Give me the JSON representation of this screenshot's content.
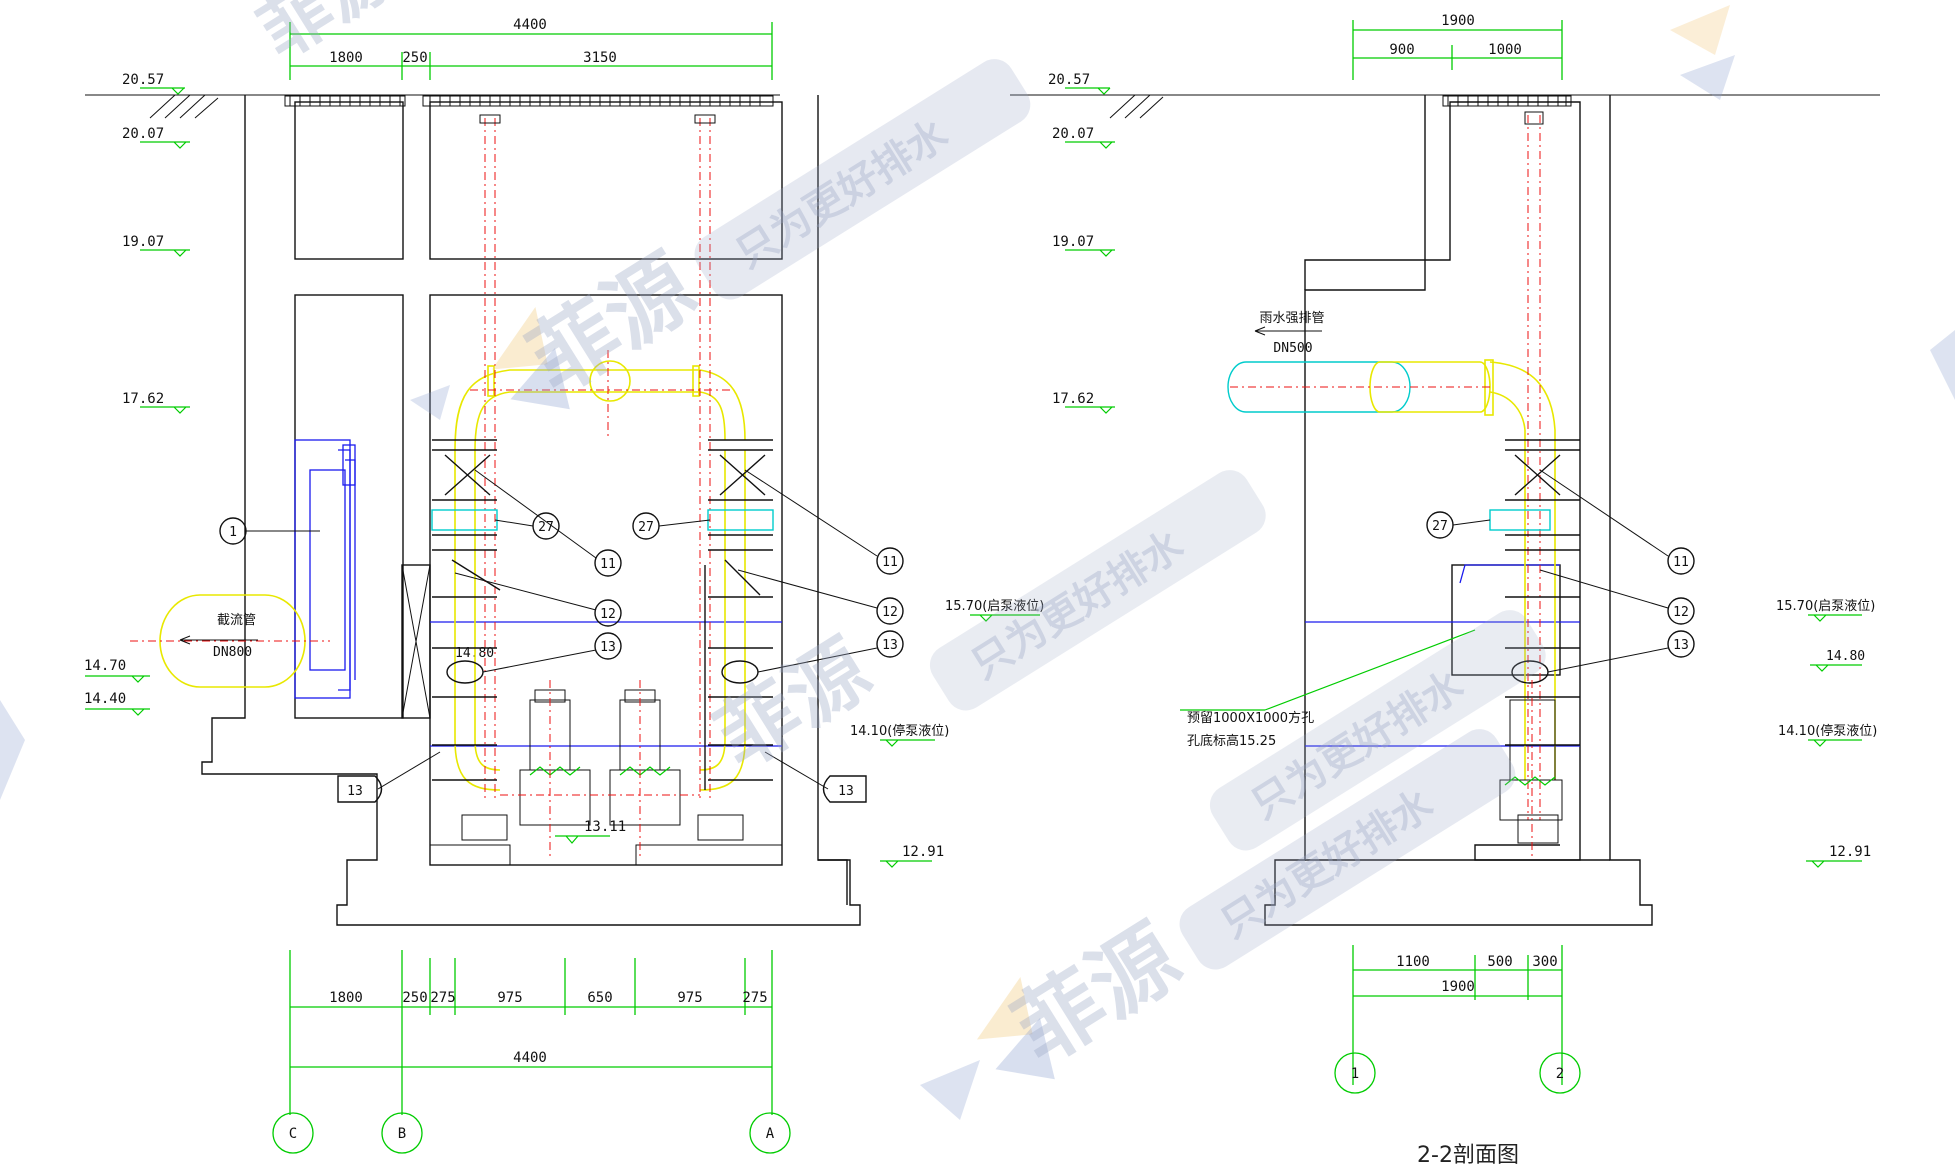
{
  "left": {
    "top_dims": {
      "overall": "4400",
      "a": "1800",
      "b": "250",
      "c": "3150"
    },
    "elevations": [
      "20.57",
      "20.07",
      "19.07",
      "17.62",
      "14.70",
      "14.40",
      "13.11",
      "12.91"
    ],
    "elev_1480": "14.80",
    "water_start": "15.70(启泵液位)",
    "water_stop": "14.10(停泵液位)",
    "inflow_label": "截流管",
    "inflow_dn": "DN800",
    "callouts": {
      "c1": "1",
      "c27a": "27",
      "c27b": "27",
      "c11a": "11",
      "c11b": "11",
      "c12a": "12",
      "c12b": "12",
      "c13a": "13",
      "c13b": "13",
      "c13c": "13",
      "c13d": "13"
    },
    "bottom_dims": {
      "d1": "1800",
      "d2": "250",
      "d3": "275",
      "d4": "975",
      "d5": "650",
      "d6": "975",
      "d7": "275",
      "overall": "4400"
    },
    "axes": {
      "c": "C",
      "b": "B",
      "a": "A"
    }
  },
  "right": {
    "top_dims": {
      "overall": "1900",
      "a": "900",
      "b": "1000"
    },
    "elevations": [
      "20.57",
      "20.07",
      "19.07",
      "17.62",
      "12.91"
    ],
    "elev_1480": "14.80",
    "water_start": "15.70(启泵液位)",
    "water_stop": "14.10(停泵液位)",
    "outlet_label": "雨水强排管",
    "outlet_dn": "DN500",
    "hole_note_1": "预留1000X1000方孔",
    "hole_note_2": "孔底标高15.25",
    "callouts": {
      "c27": "27",
      "c11": "11",
      "c12": "12",
      "c13": "13"
    },
    "bottom_dims": {
      "d1": "1100",
      "d2": "500",
      "d3": "300",
      "overall": "1900"
    },
    "axes": {
      "a1": "1",
      "a2": "2"
    },
    "title": "2-2剖面图"
  },
  "watermark": {
    "brand": "菲源",
    "slogan": "只为更好排水"
  },
  "colors": {
    "dimension": "#00cc00",
    "pipe": "#e8e800",
    "centerline": "#ee1111",
    "water": "#1a1aee",
    "outlet": "#00cccc",
    "structure": "#111111"
  }
}
